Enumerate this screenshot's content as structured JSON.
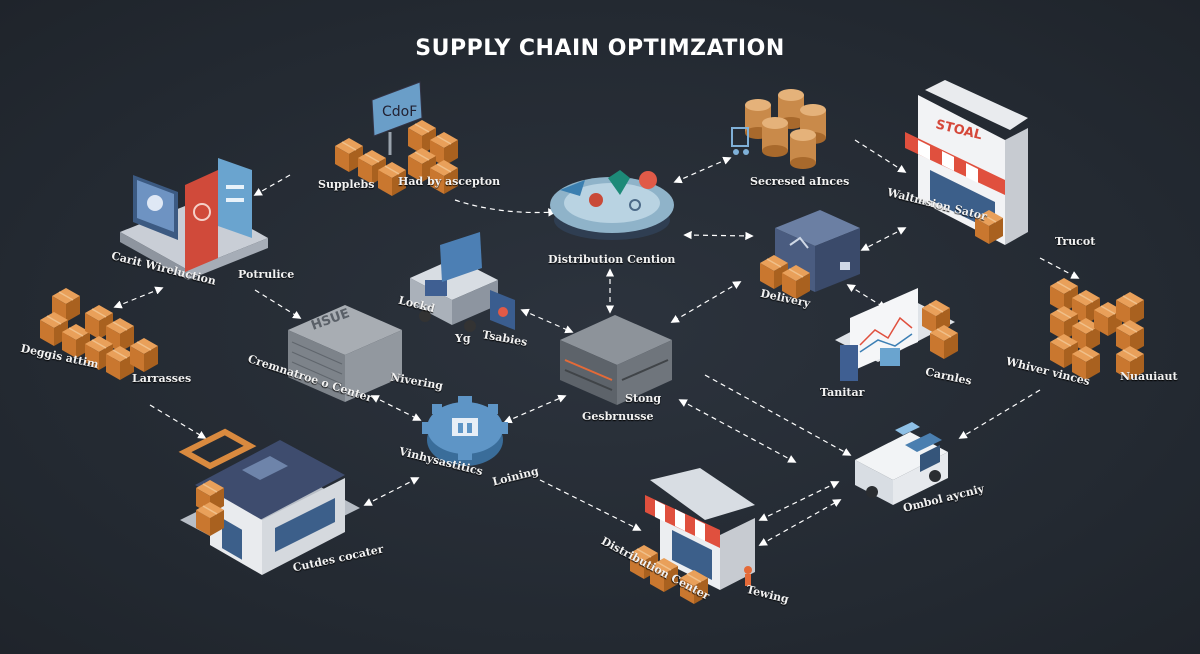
{
  "title": "SUPPLY CHAIN OPTIMZATION",
  "sign_text": "CdoF",
  "store_sign": "STOAL",
  "warehouse_sign": "HSUE",
  "labels": {
    "suppliers": "Supplebs",
    "had_by_ascepton": "Had by ascepton",
    "secresed_arnces": "Secresed aInces",
    "distribution_centon": "Distribution Cention",
    "carit_wireluction": "Carit Wireluction",
    "potrulice": "Potrulice",
    "waltmsion_sator": "Waltmsion Sator",
    "trucot": "Trucot",
    "delivery": "Delivery",
    "lockd": "Lockd",
    "yg": "Yg",
    "tsabies": "Tsabies",
    "deggis_attim": "Deggis attim",
    "larrasses": "Larrasses",
    "gesbmusse": "Gesbrnusse",
    "stong": "Stong",
    "cremnatroe_center": "Cremnatroe o Center",
    "nivering": "Nivering",
    "tanitar": "Tanitar",
    "carnles": "Carnles",
    "whiver_vinces": "Whiver vinces",
    "nuauiaut": "Nuauiaut",
    "vinhyastitics": "Vinhysastitics",
    "loining": "Loining",
    "ombol_aycniy": "Ombol aycniy",
    "distribution_center": "Distribution Center",
    "tewing": "Tewing",
    "cutdes_cocater": "Cutdes cocater"
  },
  "colors": {
    "background": "#252b33",
    "box": "#d98a3f",
    "box_dark": "#b86a28",
    "awning": "#e0503e",
    "navy": "#3e4c6e",
    "teal": "#4a9bb8"
  }
}
